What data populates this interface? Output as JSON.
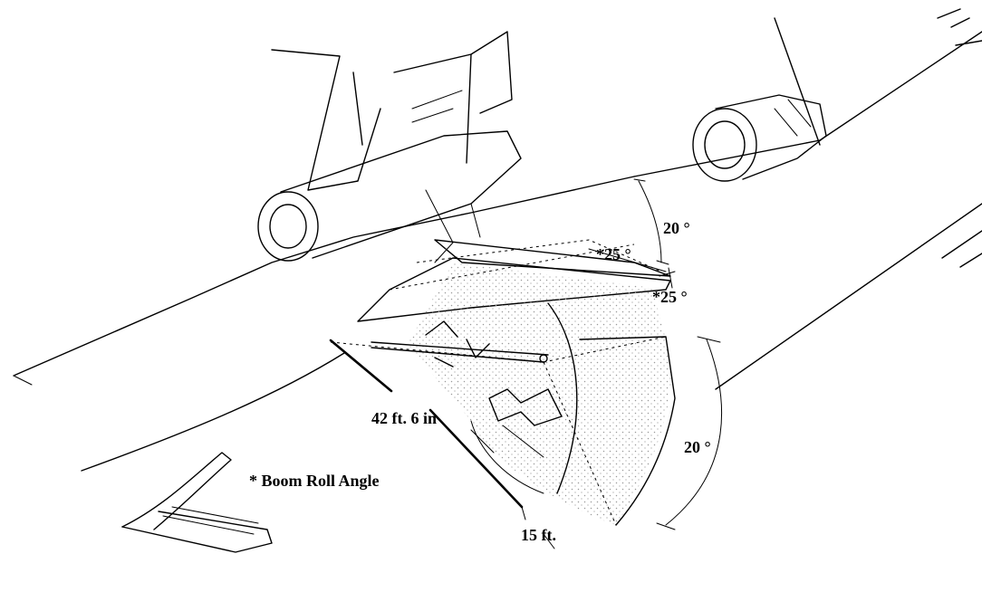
{
  "diagram": {
    "labels": {
      "angle_upper": "20 °",
      "roll_upper": "*25 °",
      "roll_lower": "*25 °",
      "boom_length": "42 ft. 6 in",
      "angle_lower": "20 °",
      "telescope": "15 ft.",
      "legend": "* Boom Roll Angle"
    },
    "colors": {
      "line": "#000000",
      "stipple": "#9a9a9a",
      "background": "#ffffff"
    }
  }
}
